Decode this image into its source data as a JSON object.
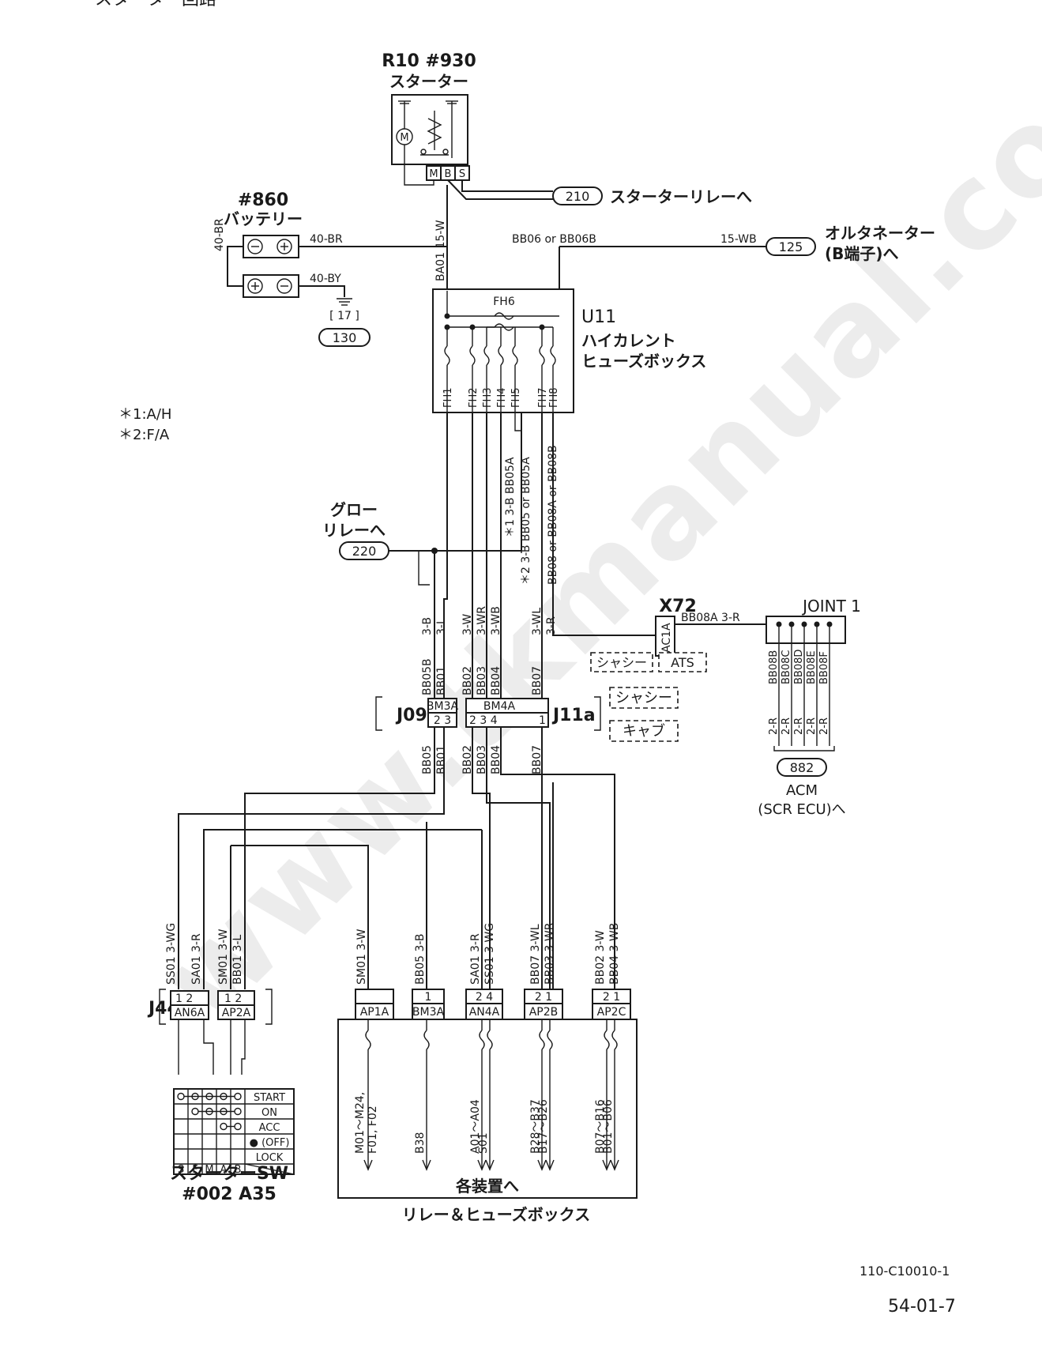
{
  "header_fragment": "スターター回路",
  "starter": {
    "code": "R10 #930",
    "name": "スターター",
    "pins": [
      "M",
      "B",
      "S"
    ]
  },
  "to_starter_relay": {
    "badge": "210",
    "label": "スターターリレーへ"
  },
  "battery": {
    "code": "#860",
    "name": "バッテリー",
    "wire_pos": "40-BR",
    "wire_neg": "40-BY",
    "link_wire": "40-BR",
    "ground": "[ 17 ]",
    "ground_ref": "130"
  },
  "alternator": {
    "badge": "125",
    "wire": "15-WB",
    "circuit": "BB06 or BB06B",
    "label_line1": "オルタネーター",
    "label_line2": "(B端子)へ"
  },
  "starter_feed_wire": "BA01 15-W",
  "fusebox": {
    "code": "U11",
    "name_line1": "ハイカレント",
    "name_line2": "ヒューズボックス",
    "main_fuse": "FH6",
    "fuses": [
      "FH1",
      "FH2",
      "FH3",
      "FH4",
      "FH5",
      "FH7",
      "FH8"
    ]
  },
  "notes": [
    "＊1:A/H",
    "＊2:F/A"
  ],
  "glow": {
    "label_line1": "グロー",
    "label_line2": "リレーへ",
    "badge": "220"
  },
  "vertical_labels": {
    "bb05a_1": "＊1  3-B  BB05A",
    "bb05a_2": "＊2  3-B  BB05 or BB05A",
    "bb08": "BB08 or BB08A or BB08B"
  },
  "x72": {
    "code": "X72",
    "connector": "AC1A",
    "wire": "BB08A  3-R"
  },
  "joint": {
    "name": "JOINT 1",
    "circuits": [
      "BB08B",
      "BB08C",
      "BB08D",
      "BB08E",
      "BB08F"
    ],
    "wire": "2-R",
    "badge": "882",
    "label_line1": "ACM",
    "label_line2": "(SCR ECU)へ"
  },
  "tags": {
    "chassis": "シャシー",
    "ats": "ATS",
    "chassis2": "シャシー",
    "cab": "キャブ"
  },
  "upper_wires": [
    "3-B",
    "3-L",
    "3-W",
    "3-WR",
    "3-WB",
    "3-WL",
    "3-R"
  ],
  "upper_circuits": [
    "BB05B",
    "BB01",
    "BB02",
    "BB03",
    "BB04",
    "BB07"
  ],
  "j09": {
    "code": "J09",
    "connector": "BM3A",
    "pins": "2  3"
  },
  "j11a": {
    "code": "J11a",
    "connector": "BM4A",
    "pins_left": "2  3  4",
    "pin_right": "1"
  },
  "lower_circuits": [
    "BB05",
    "BB01",
    "BB02",
    "BB03",
    "BB04",
    "BB07"
  ],
  "j44": {
    "code": "J44",
    "an6a": {
      "name": "AN6A",
      "pins": "1     2",
      "wires": [
        "SS01  3-WG",
        "SA01  3-R"
      ]
    },
    "ap2a": {
      "name": "AP2A",
      "pins": "1  2",
      "wires": [
        "SM01  3-W",
        "BB01  3-L"
      ]
    }
  },
  "relay_box": {
    "name": "リレー＆ヒューズボックス",
    "to_each": "各装置へ",
    "connectors": [
      {
        "name": "AP1A",
        "pins": "",
        "wires": [
          "SM01  3-W"
        ],
        "targets": [
          "M01～M24,",
          "F01, F02"
        ]
      },
      {
        "name": "BM3A",
        "pins": "1",
        "wires": [
          "BB05  3-B"
        ],
        "targets": [
          "B38"
        ]
      },
      {
        "name": "AN4A",
        "pins": "2  4",
        "wires": [
          "SA01  3-R",
          "SS01  3-WG"
        ],
        "targets": [
          "A01～A04",
          "S01"
        ]
      },
      {
        "name": "AP2B",
        "pins": "2  1",
        "wires": [
          "BB07  3-WL",
          "BB03  3-WR"
        ],
        "targets": [
          "B28～B37",
          "B17～B26"
        ]
      },
      {
        "name": "AP2C",
        "pins": "2  1",
        "wires": [
          "BB02  3-W",
          "BB04  3-WB"
        ],
        "targets": [
          "B07～B16",
          "B01～B06"
        ]
      }
    ]
  },
  "starter_switch": {
    "name": "スターターSW",
    "code": "#002 A35",
    "positions": [
      "START",
      "ON",
      "ACC",
      "● (OFF)",
      "LOCK"
    ],
    "columns": [
      "S",
      "F",
      "M",
      "A",
      "B"
    ]
  },
  "footer": {
    "ref": "110-C10010-1",
    "page": "54-01-7"
  },
  "watermark": "www.tkmanual.com"
}
